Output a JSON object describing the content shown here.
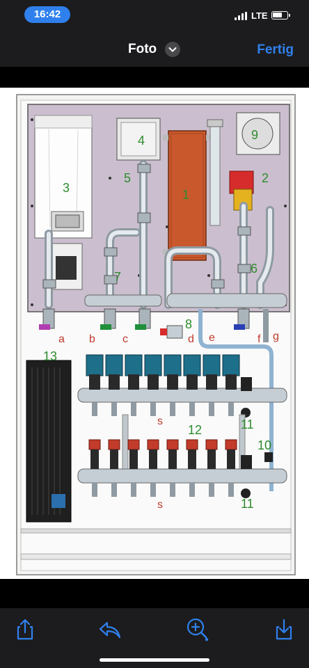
{
  "status_bar": {
    "time": "16:42",
    "network": "LTE",
    "battery_level": 0.7
  },
  "nav": {
    "title": "Foto",
    "done_label": "Fertig",
    "title_menu_icon": "chevron-down-icon"
  },
  "photo": {
    "description_labels": {
      "green_numbers": [
        "3",
        "4",
        "5",
        "1",
        "9",
        "2",
        "7",
        "6",
        "8",
        "13",
        "12",
        "11",
        "10",
        "11"
      ],
      "red_letters": [
        "a",
        "b",
        "c",
        "d",
        "e",
        "f",
        "g",
        "s",
        "s"
      ]
    }
  },
  "toolbar": {
    "share_icon": "share-icon",
    "reply_icon": "reply-icon",
    "markup_icon": "markup-zoom-icon",
    "save_icon": "download-icon"
  },
  "colors": {
    "accent": "#2f80ed",
    "bar_bg": "#1c1c1e"
  }
}
